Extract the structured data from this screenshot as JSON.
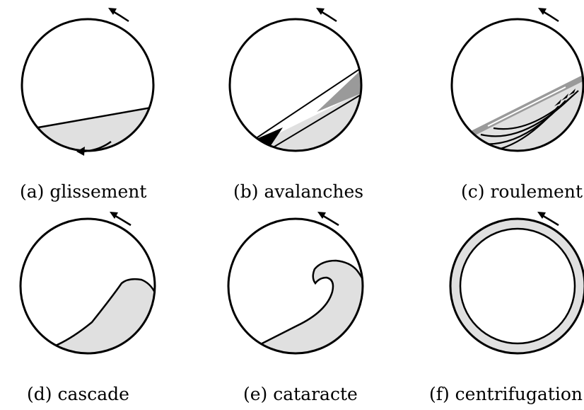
{
  "figure": {
    "panels": [
      {
        "id": "a",
        "caption": "(a) glissement"
      },
      {
        "id": "b",
        "caption": "(b) avalanches"
      },
      {
        "id": "c",
        "caption": "(c) roulement"
      },
      {
        "id": "d",
        "caption": "(d) cascade"
      },
      {
        "id": "e",
        "caption": "(e) cataracte"
      },
      {
        "id": "f",
        "caption": "(f) centrifugation"
      }
    ]
  },
  "colors": {
    "outline": "#000000",
    "bed_fill": "#e0e0e0",
    "dark_wedge": "#000000",
    "gray_wedge": "#9a9a9a",
    "background": "#ffffff"
  }
}
